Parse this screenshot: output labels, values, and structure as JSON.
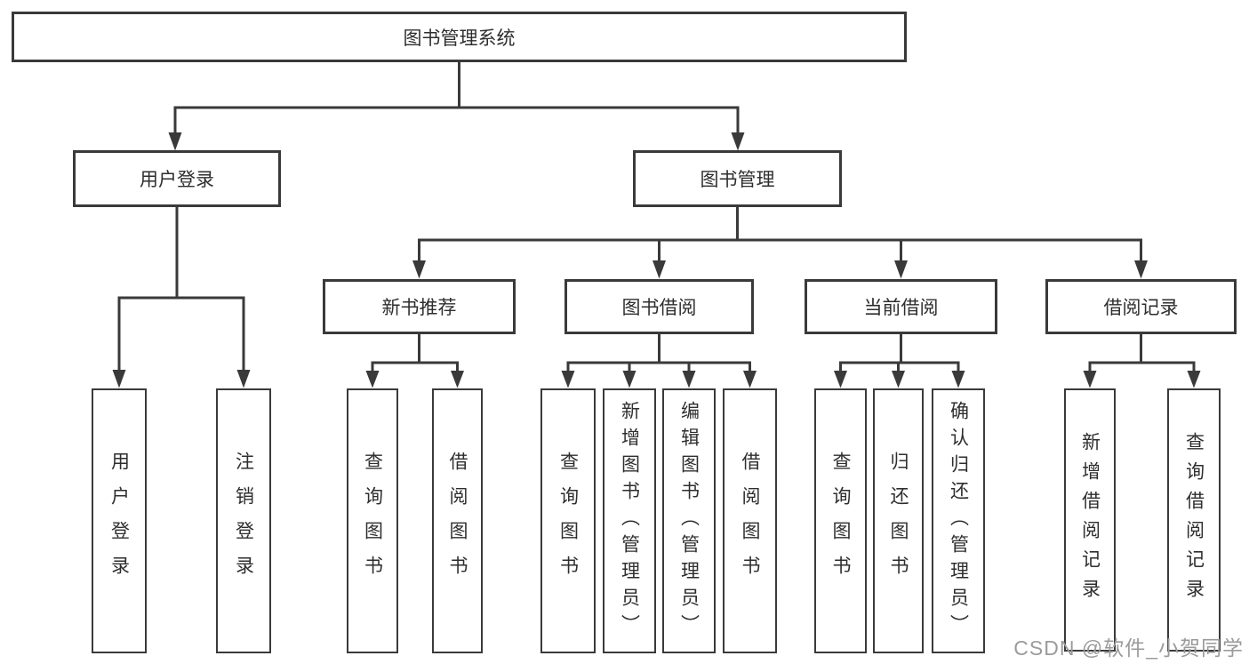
{
  "tree": {
    "root": "图书管理系统",
    "branches": [
      {
        "label": "用户登录",
        "children": [
          "用户登录",
          "注销登录"
        ]
      },
      {
        "label": "图书管理",
        "groups": [
          {
            "label": "新书推荐",
            "children": [
              "查询图书",
              "借阅图书"
            ]
          },
          {
            "label": "图书借阅",
            "children": [
              "查询图书",
              "新增图书（管理员）",
              "编辑图书（管理员）",
              "借阅图书"
            ]
          },
          {
            "label": "当前借阅",
            "children": [
              "查询图书",
              "归还图书",
              "确认归还（管理员）"
            ]
          },
          {
            "label": "借阅记录",
            "children": [
              "新增借阅记录",
              "查询借阅记录"
            ]
          }
        ]
      }
    ]
  },
  "watermark": {
    "text": "CSDN @软件_小贺同学"
  },
  "colors": {
    "line": "#3a3a3a",
    "box_border": "#3a3a3a",
    "text": "#2e2e2e",
    "watermark": "#9b9b9b",
    "background": "#ffffff"
  }
}
